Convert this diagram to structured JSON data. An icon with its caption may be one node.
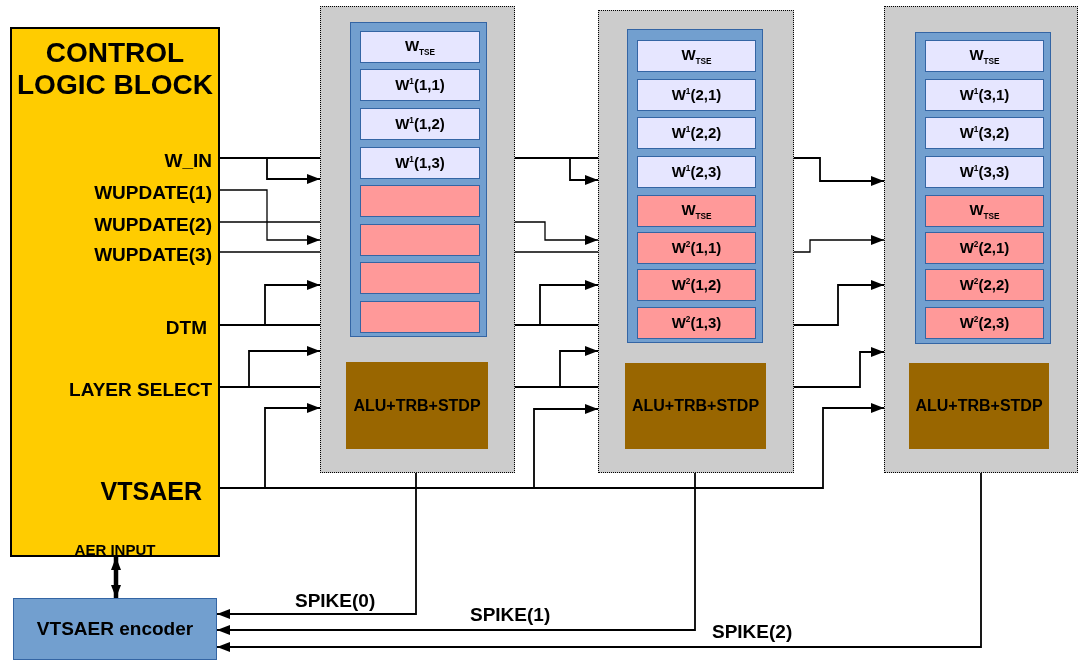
{
  "diagram": {
    "nodes": [
      {
        "text": [
          "CONTROL LOGIC BLOCK",
          "W_IN",
          "WUPDATE(1)",
          "WUPDATE(2)",
          "WUPDATE(3)",
          "DTM",
          "LAYER SELECT",
          "VTSAER",
          "AER INPUT"
        ]
      },
      {
        "text": [],
        "shape": "box"
      },
      {
        "text": [],
        "shape": "box",
        "in": 1
      },
      {
        "text": [
          "W$_{TSE}$"
        ],
        "in": 2
      },
      {
        "text": [
          "W$^{1}$(1,1)"
        ],
        "in": 2
      },
      {
        "text": [
          "W$^{1}$(1,2)"
        ],
        "in": 2
      },
      {
        "text": [
          "W$^{1}$(1,3)"
        ],
        "in": 2
      },
      {
        "text": [],
        "shape": "box",
        "in": 2
      },
      {
        "text": [],
        "shape": "box",
        "in": 2
      },
      {
        "text": [],
        "shape": "box",
        "in": 2
      },
      {
        "text": [],
        "shape": "box",
        "in": 2
      },
      {
        "text": [
          "ALU+TRB+STDP"
        ],
        "in": 1
      },
      {
        "text": [],
        "shape": "box"
      },
      {
        "text": [],
        "shape": "box",
        "in": 12
      },
      {
        "text": [
          "W$_{TSE}$"
        ],
        "in": 13
      },
      {
        "text": [
          "W$^{1}$(2,1)"
        ],
        "in": 13
      },
      {
        "text": [
          "W$^{1}$(2,2)"
        ],
        "in": 13
      },
      {
        "text": [
          "W$^{1}$(2,3)"
        ],
        "in": 13
      },
      {
        "text": [
          "W$_{TSE}$"
        ],
        "in": 13
      },
      {
        "text": [
          "W$^{2}$(1,1)"
        ],
        "in": 13
      },
      {
        "text": [
          "W$^{2}$(1,2)"
        ],
        "in": 13
      },
      {
        "text": [
          "W$^{2}$(1,3)"
        ],
        "in": 13
      },
      {
        "text": [
          "ALU+TRB+STDP"
        ],
        "in": 12
      },
      {
        "text": [],
        "shape": "box"
      },
      {
        "text": [],
        "shape": "box",
        "in": 23
      },
      {
        "text": [
          "W$_{TSE}$"
        ],
        "in": 24
      },
      {
        "text": [
          "W$^{1}$(3,1)"
        ],
        "in": 24
      },
      {
        "text": [
          "W$^{1}$(3,2)"
        ],
        "in": 24
      },
      {
        "text": [
          "W$^{1}$(3,3)"
        ],
        "in": 24
      },
      {
        "text": [
          "W$_{TSE}$"
        ],
        "in": 24
      },
      {
        "text": [
          "W$^{2}$(2,1)"
        ],
        "in": 24
      },
      {
        "text": [
          "W$^{2}$(2,2)"
        ],
        "in": 24
      },
      {
        "text": [
          "W$^{2}$(2,3)"
        ],
        "in": 24
      },
      {
        "text": [
          "ALU+TRB+STDP"
        ],
        "in": 23
      },
      {
        "text": [
          "VTSAER encoder"
        ]
      }
    ],
    "edges": [
      {
        "from": 0,
        "to": 1,
        "arrow": "to"
      },
      {
        "from": 1,
        "to": 12,
        "arrow": "to"
      },
      {
        "from": 12,
        "to": 23,
        "arrow": "to"
      },
      {
        "from": 0,
        "to": 1,
        "arrow": "to"
      },
      {
        "from": 0,
        "to": 1,
        "arrow": "none"
      },
      {
        "from": 1,
        "to": 12,
        "arrow": "to"
      },
      {
        "from": 0,
        "to": 1,
        "arrow": "none"
      },
      {
        "from": 1,
        "to": 12,
        "arrow": "none"
      },
      {
        "from": 12,
        "to": 23,
        "arrow": "to"
      },
      {
        "from": 0,
        "to": 1,
        "arrow": "to"
      },
      {
        "from": 1,
        "to": 12,
        "arrow": "to"
      },
      {
        "from": 12,
        "to": 23,
        "arrow": "to"
      },
      {
        "from": 0,
        "to": 1,
        "arrow": "to"
      },
      {
        "from": 1,
        "to": 12,
        "arrow": "to"
      },
      {
        "from": 12,
        "to": 23,
        "arrow": "to"
      },
      {
        "from": 0,
        "to": 1,
        "arrow": "to"
      },
      {
        "from": 0,
        "to": 12,
        "arrow": "to"
      },
      {
        "from": 0,
        "to": 23,
        "arrow": "to"
      },
      {
        "from": 1,
        "to": 34,
        "arrow": "to",
        "label": "SPIKE(0)"
      },
      {
        "from": 12,
        "to": 34,
        "arrow": "to",
        "label": "SPIKE(1)"
      },
      {
        "from": 23,
        "to": 34,
        "arrow": "to",
        "label": "SPIKE(2)"
      },
      {
        "from": 0,
        "to": 34,
        "arrow": "both",
        "style": "thick"
      }
    ]
  }
}
